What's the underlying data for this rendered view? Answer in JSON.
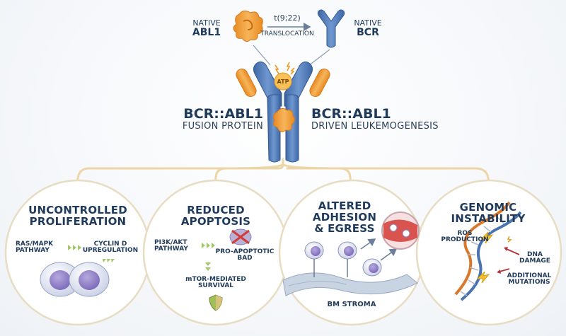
{
  "header": {
    "native_left_line1": "NATIVE",
    "native_left_line2": "ABL1",
    "native_right_line1": "NATIVE",
    "native_right_line2": "BCR",
    "translocation_code": "t(9;22)",
    "translocation_label": "TRANSLOCATION",
    "atp_label": "ATP"
  },
  "fusion": {
    "left_title": "BCR::ABL1",
    "left_sub": "FUSION PROTEIN",
    "right_title": "BCR::ABL1",
    "right_sub": "DRIVEN LEUKEMOGENESIS"
  },
  "panels": [
    {
      "title_line1": "UNCONTROLLED",
      "title_line2": "PROLIFERATION",
      "label_a1": "RAS/MAPK",
      "label_a2": "PATHWAY",
      "label_b1": "CYCLIN D",
      "label_b2": "UPREGULATION"
    },
    {
      "title_line1": "REDUCED",
      "title_line2": "APOPTOSIS",
      "label_a1": "PI3K/AKT",
      "label_a2": "PATHWAY",
      "label_b1": "PRO-APOPTOTIC",
      "label_b2": "BAD",
      "label_c1": "mTOR-MEDIATED",
      "label_c2": "SURVIVAL"
    },
    {
      "title_line1": "ALTERED",
      "title_line2": "ADHESION",
      "title_line3": "& EGRESS",
      "label_a1": "BM STROMA"
    },
    {
      "title_line1": "GENOMIC",
      "title_line2": "INSTABILITY",
      "label_a1": "ROS",
      "label_a2": "PRODUCTION",
      "label_b1": "DNA",
      "label_b2": "DAMAGE",
      "label_c1": "ADDITIONAL",
      "label_c2": "MUTATIONS"
    }
  ],
  "colors": {
    "navy": "#1f3a5a",
    "blue": "#4e78b4",
    "orange": "#f0a040",
    "gold": "#e9c98a",
    "green": "#8fbf5a"
  }
}
